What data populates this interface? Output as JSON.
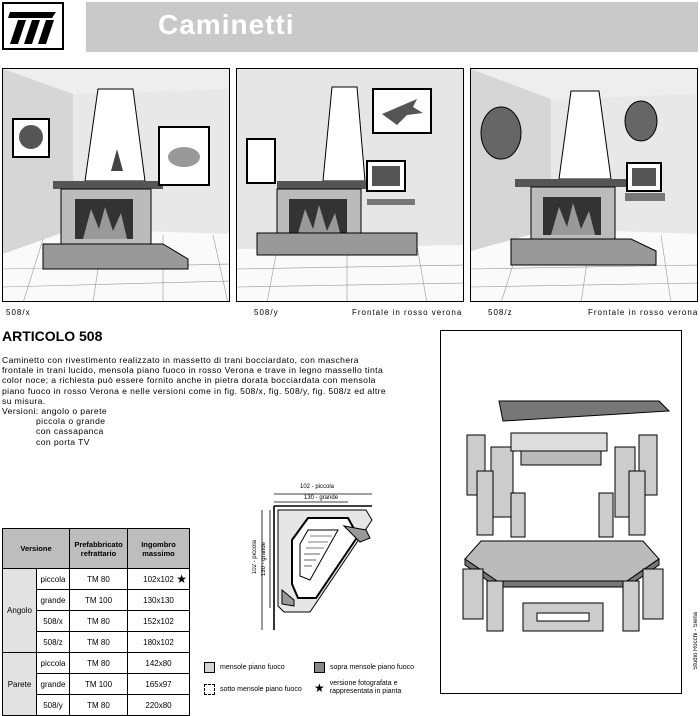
{
  "header": {
    "title": "Caminetti"
  },
  "panels": [
    {
      "code": "508/x",
      "note": ""
    },
    {
      "code": "508/y",
      "note": "Frontale in rosso verona"
    },
    {
      "code": "508/z",
      "note": "Frontale in rosso verona"
    }
  ],
  "article": {
    "heading": "ARTICOLO 508",
    "lines": [
      "Caminetto con rivestimento realizzato in massetto di trani bocciardato, con maschera",
      "frontale in trani lucido, mensola piano fuoco in rosso Verona e trave in legno massello tinta",
      "color noce; a richiesta può essere fornito anche in pietra dorata bocciardata con mensola",
      "piano fuoco in rosso Verona e nelle versioni come in fig. 508/x, fig. 508/y, fig. 508/z ed altre",
      "su misura."
    ],
    "versions_label": "Versioni: angolo o parete",
    "versions": [
      "piccola o grande",
      "con cassapanca",
      "con porta TV"
    ]
  },
  "table": {
    "headers": [
      "Versione",
      "Prefabbricato refrattario",
      "Ingombro massimo"
    ],
    "groups": [
      {
        "name": "Angolo",
        "rows": [
          {
            "label": "piccola",
            "pref": "TM 80",
            "size": "102x102",
            "star": true
          },
          {
            "label": "grande",
            "pref": "TM 100",
            "size": "130x130",
            "star": false
          },
          {
            "label": "508/x",
            "pref": "TM 80",
            "size": "152x102",
            "star": false
          },
          {
            "label": "508/z",
            "pref": "TM 80",
            "size": "180x102",
            "star": false
          }
        ]
      },
      {
        "name": "Parete",
        "rows": [
          {
            "label": "piccola",
            "pref": "TM 80",
            "size": "142x80",
            "star": false
          },
          {
            "label": "grande",
            "pref": "TM 100",
            "size": "165x97",
            "star": false
          },
          {
            "label": "508/y",
            "pref": "TM 80",
            "size": "220x80",
            "star": false
          }
        ]
      }
    ]
  },
  "plan": {
    "dim_top_1": "102 - piccola",
    "dim_top_2": "130 - grande",
    "dim_side_1": "102 - piccola",
    "dim_side_2": "130 - grande"
  },
  "legend": {
    "mensole": "mensole piano fuoco",
    "sopra": "sopra mensole piano fuoco",
    "sotto": "sotto mensole piano fuoco",
    "star": "versione fotografata e rappresentata in pianta"
  },
  "credit": "Studio Rocchi - Siena"
}
